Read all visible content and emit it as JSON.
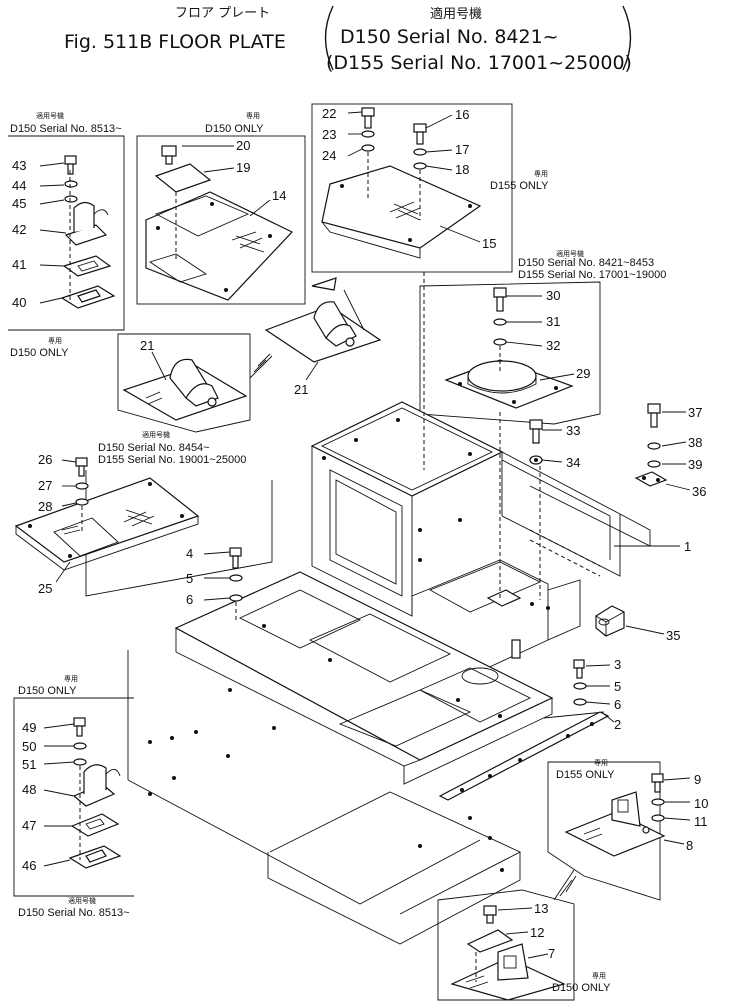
{
  "header": {
    "japanese_title": "フロア プレート",
    "figure_title": "Fig. 511B FLOOR PLATE",
    "applicable_label": "適用号機",
    "serial_line_1": "D150 Serial No. 8421~",
    "serial_line_2": "(D155 Serial No. 17001~25000)"
  },
  "notes": {
    "tl_applicable": "適用号機",
    "tl_serial": "D150 Serial No. 8513~",
    "tl_exclusive": "専用",
    "tl_only": "D150 ONLY",
    "l_exclusive": "専用",
    "l_only": "D150 ONLY",
    "tm_exclusive": "専用",
    "tm_only": "D150 ONLY",
    "tr_exclusive": "専用",
    "tr_only": "D155 ONLY",
    "r_applicable": "適用号機",
    "r_serial_1": "D150 Serial No. 8421~8453",
    "r_serial_2": "D155 Serial No. 17001~19000",
    "m_applicable": "適用号機",
    "m_serial_1": "D150 Serial No. 8454~",
    "m_serial_2": "D155 Serial No. 19001~25000",
    "bl_exclusive": "専用",
    "bl_only": "D150 ONLY",
    "bl_applicable": "適用号機",
    "bl_serial": "D150 Serial No. 8513~",
    "br_exclusive": "専用",
    "br_only": "D155 ONLY",
    "bb_exclusive": "専用",
    "bb_only": "D150 ONLY"
  },
  "parts": {
    "p1": "1",
    "p2": "2",
    "p3": "3",
    "p4": "4",
    "p5a": "5",
    "p5b": "5",
    "p6a": "6",
    "p6b": "6",
    "p7": "7",
    "p8": "8",
    "p9": "9",
    "p10": "10",
    "p11": "11",
    "p12": "12",
    "p13": "13",
    "p14": "14",
    "p15": "15",
    "p16": "16",
    "p17": "17",
    "p18": "18",
    "p19": "19",
    "p20": "20",
    "p21a": "21",
    "p21b": "21",
    "p22": "22",
    "p23": "23",
    "p24": "24",
    "p25": "25",
    "p26": "26",
    "p27": "27",
    "p28": "28",
    "p29": "29",
    "p30": "30",
    "p31": "31",
    "p32": "32",
    "p33": "33",
    "p34": "34",
    "p35": "35",
    "p36": "36",
    "p37": "37",
    "p38": "38",
    "p39": "39",
    "p40": "40",
    "p41": "41",
    "p42": "42",
    "p43": "43",
    "p44": "44",
    "p45": "45",
    "p46": "46",
    "p47": "47",
    "p48": "48",
    "p49": "49",
    "p50": "50",
    "p51": "51"
  }
}
